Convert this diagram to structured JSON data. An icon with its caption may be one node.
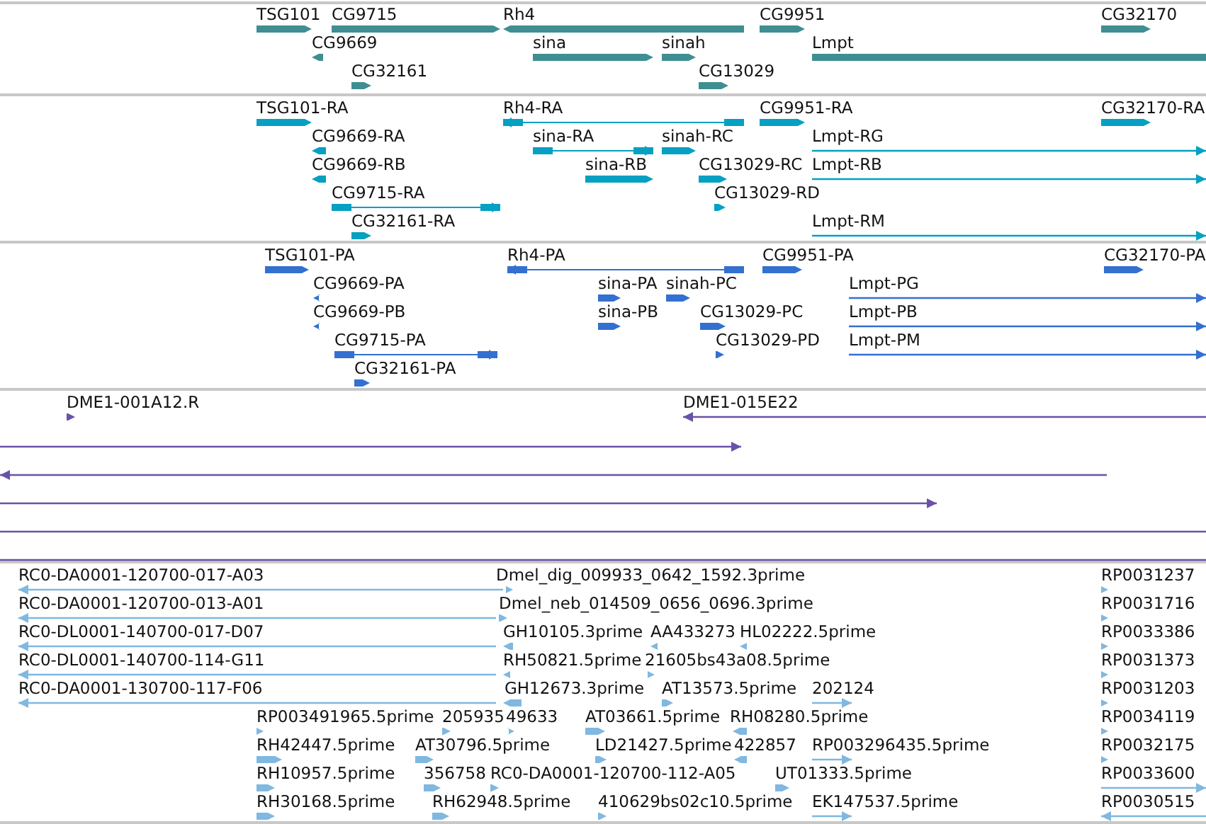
{
  "diagram": {
    "nodes": [
      {
        "text": [
          "TSG101"
        ]
      },
      {
        "text": [
          "CG9715"
        ]
      },
      {
        "text": [
          "Rh4"
        ]
      },
      {
        "text": [
          "CG9951"
        ]
      },
      {
        "text": [
          "CG32170"
        ]
      },
      {
        "text": [
          "CG9669"
        ]
      },
      {
        "text": [
          "sina"
        ]
      },
      {
        "text": [
          "sinah"
        ]
      },
      {
        "text": [
          "Lmpt"
        ]
      },
      {
        "text": [
          "CG32161"
        ]
      },
      {
        "text": [
          "CG13029"
        ]
      },
      {
        "text": [
          "TSG101-RA"
        ]
      },
      {
        "text": [
          "Rh4-RA"
        ]
      },
      {
        "text": [
          "CG9951-RA"
        ]
      },
      {
        "text": [
          "CG32170-RA"
        ]
      },
      {
        "text": [
          "CG9669-RA"
        ]
      },
      {
        "text": [
          "sina-RA"
        ]
      },
      {
        "text": [
          "sinah-RC"
        ]
      },
      {
        "text": [
          "Lmpt-RG"
        ]
      },
      {
        "text": [
          "CG9669-RB"
        ]
      },
      {
        "text": [
          "sina-RB"
        ]
      },
      {
        "text": [
          "CG13029-RC"
        ]
      },
      {
        "text": [
          "Lmpt-RB"
        ]
      },
      {
        "text": [
          "CG9715-RA"
        ]
      },
      {
        "text": [
          "CG13029-RD"
        ]
      },
      {
        "text": [
          "CG32161-RA"
        ]
      },
      {
        "text": [
          "Lmpt-RM"
        ]
      },
      {
        "text": [
          "TSG101-PA"
        ]
      },
      {
        "text": [
          "Rh4-PA"
        ]
      },
      {
        "text": [
          "CG9951-PA"
        ]
      },
      {
        "text": [
          "CG32170-PA"
        ]
      },
      {
        "text": [
          "CG9669-PA"
        ]
      },
      {
        "text": [
          "sina-PA"
        ]
      },
      {
        "text": [
          "sinah-PC"
        ]
      },
      {
        "text": [
          "Lmpt-PG"
        ]
      },
      {
        "text": [
          "CG9669-PB"
        ]
      },
      {
        "text": [
          "sina-PB"
        ]
      },
      {
        "text": [
          "CG13029-PC"
        ]
      },
      {
        "text": [
          "Lmpt-PB"
        ]
      },
      {
        "text": [
          "CG9715-PA"
        ]
      },
      {
        "text": [
          "CG13029-PD"
        ]
      },
      {
        "text": [
          "Lmpt-PM"
        ]
      },
      {
        "text": [
          "CG32161-PA"
        ]
      },
      {
        "text": [
          "DME1-001A12.R"
        ]
      },
      {
        "text": [
          "DME1-015E22"
        ]
      },
      {
        "text": [],
        "shape": "bar"
      },
      {
        "text": [],
        "shape": "bar"
      },
      {
        "text": [],
        "shape": "bar"
      },
      {
        "text": [],
        "shape": "bar"
      },
      {
        "text": [],
        "shape": "bar"
      },
      {
        "text": [
          "RC0-DA0001-120700-017-A03"
        ]
      },
      {
        "text": [
          "Dmel_dig_009933_0642_1592.3prime"
        ]
      },
      {
        "text": [
          "RP0031237"
        ]
      },
      {
        "text": [
          "RC0-DA0001-120700-013-A01"
        ]
      },
      {
        "text": [
          "Dmel_neb_014509_0656_0696.3prime"
        ]
      },
      {
        "text": [
          "RP0031716"
        ]
      },
      {
        "text": [
          "RC0-DL0001-140700-017-D07"
        ]
      },
      {
        "text": [
          "GH10105.3prime"
        ]
      },
      {
        "text": [
          "AA433273"
        ]
      },
      {
        "text": [
          "HL02222.5prime"
        ]
      },
      {
        "text": [
          "RP0033386"
        ]
      },
      {
        "text": [
          "RC0-DL0001-140700-114-G11"
        ]
      },
      {
        "text": [
          "RH50821.5prime"
        ]
      },
      {
        "text": [
          "21605bs43a08.5prime"
        ]
      },
      {
        "text": [
          "RP0031373"
        ]
      },
      {
        "text": [
          "RC0-DA0001-130700-117-F06"
        ]
      },
      {
        "text": [
          "GH12673.3prime"
        ]
      },
      {
        "text": [
          "AT13573.5prime"
        ]
      },
      {
        "text": [
          "202124"
        ]
      },
      {
        "text": [
          "RP0031203"
        ]
      },
      {
        "text": [
          "RP003491965.5prime"
        ]
      },
      {
        "text": [
          "205935"
        ]
      },
      {
        "text": [
          "49633"
        ]
      },
      {
        "text": [
          "AT03661.5prime"
        ]
      },
      {
        "text": [
          "RH08280.5prime"
        ]
      },
      {
        "text": [
          "RP0034119"
        ]
      },
      {
        "text": [
          "RH42447.5prime"
        ]
      },
      {
        "text": [
          "AT30796.5prime"
        ]
      },
      {
        "text": [
          "LD21427.5prime"
        ]
      },
      {
        "text": [
          "422857"
        ]
      },
      {
        "text": [
          "RP003296435.5prime"
        ]
      },
      {
        "text": [
          "RP0032175"
        ]
      },
      {
        "text": [
          "RH10957.5prime"
        ]
      },
      {
        "text": [
          "356758"
        ]
      },
      {
        "text": [
          "RC0-DA0001-120700-112-A05"
        ]
      },
      {
        "text": [
          "UT01333.5prime"
        ]
      },
      {
        "text": [
          "RP0033600"
        ]
      },
      {
        "text": [
          "RH30168.5prime"
        ]
      },
      {
        "text": [
          "RH62948.5prime"
        ]
      },
      {
        "text": [
          "410629bs02c10.5prime"
        ]
      },
      {
        "text": [
          "EK147537.5prime"
        ]
      },
      {
        "text": [
          "RP0030515"
        ]
      }
    ]
  }
}
